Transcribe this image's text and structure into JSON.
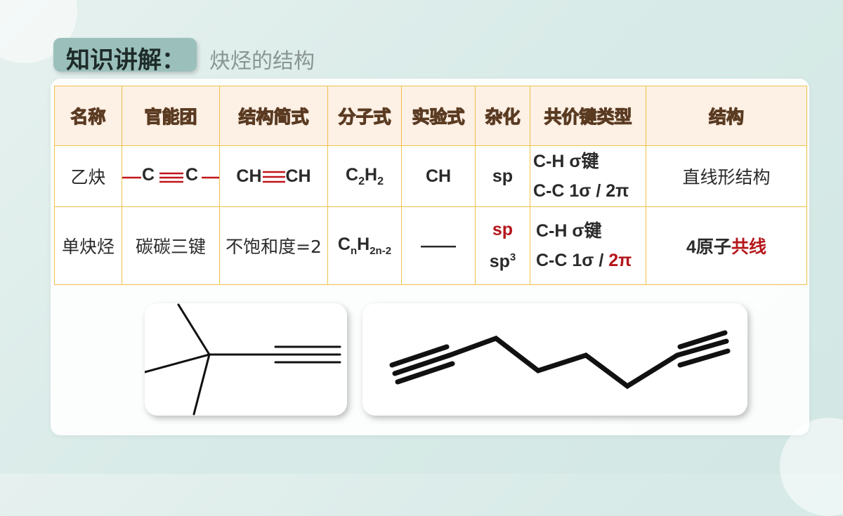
{
  "header": {
    "title_main": "知识讲解：",
    "title_sub": "炔烃的结构"
  },
  "table": {
    "headers": [
      "名称",
      "官能团",
      "结构简式",
      "分子式",
      "实验式",
      "杂化",
      "共价键类型",
      "结构"
    ],
    "row1": {
      "name": "乙炔",
      "fg_left": "C",
      "fg_right": "C",
      "ss_left": "CH",
      "ss_right": "CH",
      "formula_c": "C",
      "formula_c_sub": "2",
      "formula_h": "H",
      "formula_h_sub": "2",
      "empirical": "CH",
      "hybrid": "sp",
      "bond_1": "C-H σ键",
      "bond_2": "C-C 1σ / 2π",
      "structure": "直线形结构"
    },
    "row2": {
      "name": "单炔烃",
      "fg": "碳碳三键",
      "simple": "不饱和度=2",
      "formula_c": "C",
      "formula_c_sub": "n",
      "formula_h": "H",
      "formula_h_sub": "2n-2",
      "empirical": "——",
      "hybrid_1": "sp",
      "hybrid_2": "sp",
      "hybrid_2_sup": "3",
      "bond_1": "C-H σ键",
      "bond_2_prefix": "C-C 1σ / ",
      "bond_2_red": "2π",
      "structure_prefix": "4原子",
      "structure_red": "共线"
    }
  },
  "colors": {
    "accent_red": "#b5161b",
    "table_border": "#f0c14a",
    "header_bg": "#fdf0e4",
    "title_box": "#9bc0bb"
  }
}
